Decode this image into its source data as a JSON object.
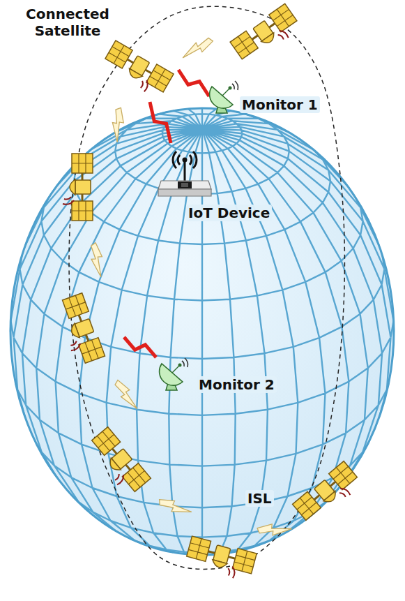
{
  "diagram": {
    "nodes": [
      {
        "text": [
          "Connected Satellite"
        ]
      },
      {
        "text": [
          "Monitor 1"
        ]
      },
      {
        "text": [
          "IoT Device"
        ]
      },
      {
        "text": [
          "Monitor 2"
        ]
      }
    ],
    "edges": [
      {
        "from": 0,
        "to": 1,
        "arrow": "none"
      },
      {
        "from": 0,
        "to": 2,
        "arrow": "none"
      }
    ],
    "labels": [
      "ISL"
    ]
  }
}
